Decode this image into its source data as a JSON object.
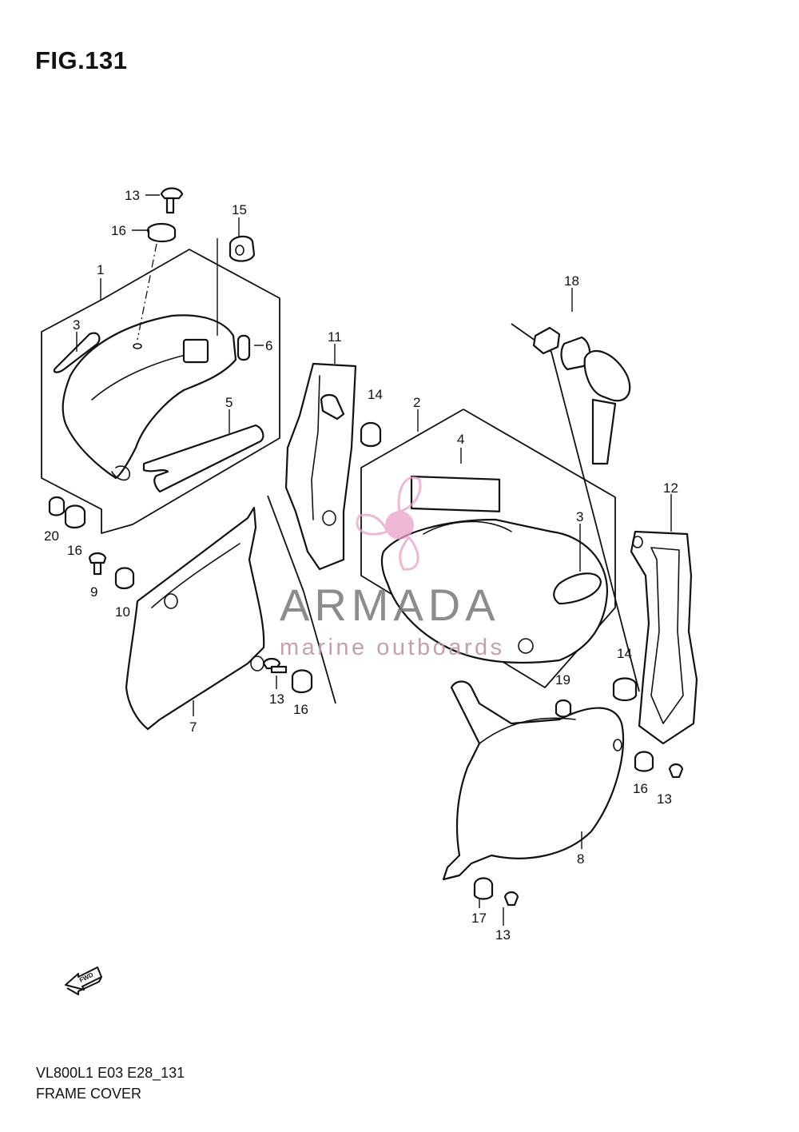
{
  "figure": {
    "title": "FIG.131"
  },
  "footer": {
    "code": "VL800L1 E03 E28_131",
    "title": "FRAME COVER"
  },
  "watermark": {
    "name": "ARMADA",
    "tagline": "marine outboards",
    "accent": "#e8a0c8"
  },
  "arrow": {
    "label": "FWD"
  },
  "callouts": {
    "c13a": "13",
    "c16a": "16",
    "c15": "15",
    "c1": "1",
    "c3a": "3",
    "c6": "6",
    "c5": "5",
    "c20": "20",
    "c16b": "16",
    "c9": "9",
    "c10": "10",
    "c7": "7",
    "c13b": "13",
    "c16c": "16",
    "c11": "11",
    "c14a": "14",
    "c2": "2",
    "c4": "4",
    "c3b": "3",
    "c18": "18",
    "c12": "12",
    "c14b": "14",
    "c19": "19",
    "c16d": "16",
    "c13c": "13",
    "c8": "8",
    "c17": "17",
    "c13d": "13"
  }
}
